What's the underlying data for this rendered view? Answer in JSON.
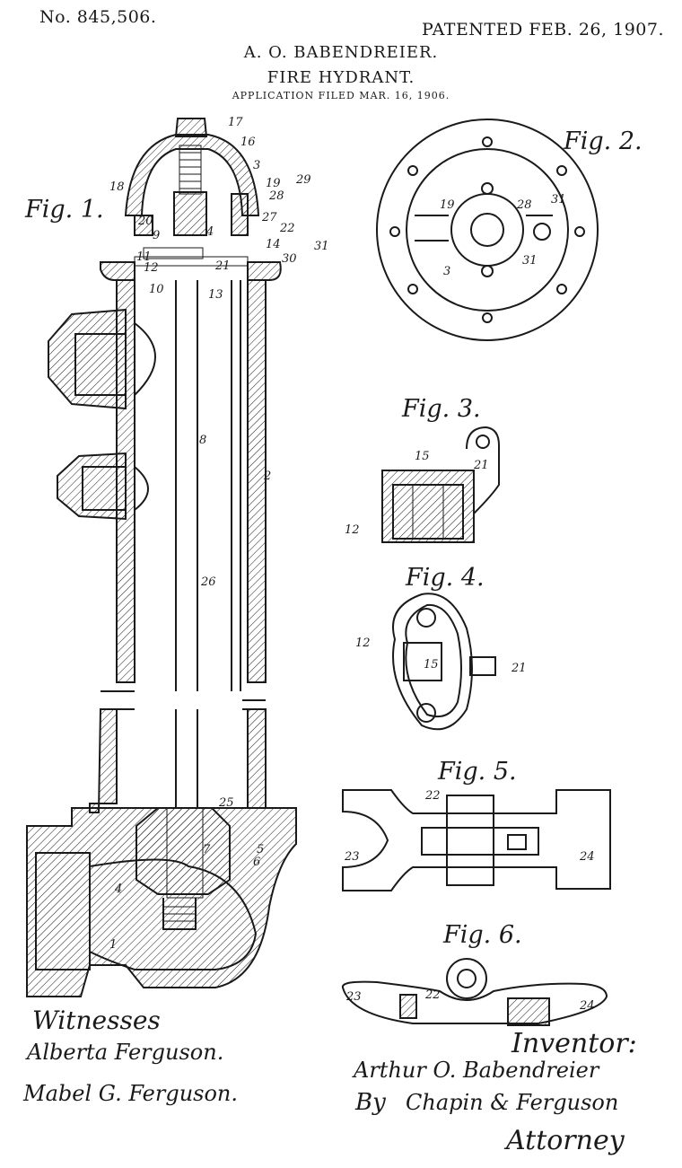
{
  "header": {
    "patent_number": "No. 845,506.",
    "patent_date": "PATENTED FEB. 26, 1907.",
    "inventor_name": "A. O. BABENDREIER.",
    "title": "FIRE HYDRANT.",
    "application_filed": "APPLICATION FILED MAR. 16, 1906."
  },
  "figures": {
    "fig1": "Fig. 1.",
    "fig2": "Fig. 2.",
    "fig3": "Fig. 3.",
    "fig4": "Fig. 4.",
    "fig5": "Fig. 5.",
    "fig6": "Fig. 6."
  },
  "reference_numerals": {
    "fig1": [
      "17",
      "16",
      "3",
      "19",
      "29",
      "28",
      "18",
      "20",
      "27",
      "22",
      "9",
      "4",
      "14",
      "31",
      "11",
      "12",
      "21",
      "30",
      "10",
      "13",
      "8",
      "2",
      "26",
      "25",
      "5",
      "6",
      "7",
      "4",
      "1"
    ],
    "fig2": [
      "19",
      "28",
      "31",
      "31",
      "3"
    ],
    "fig3": [
      "15",
      "21",
      "12"
    ],
    "fig4": [
      "12",
      "15",
      "21"
    ],
    "fig5": [
      "22",
      "23",
      "24"
    ],
    "fig6": [
      "22",
      "23",
      "24"
    ]
  },
  "signatures": {
    "witnesses_label": "Witnesses",
    "witness_1": "Alberta Ferguson.",
    "witness_2": "Mabel G. Ferguson.",
    "inventor_label": "Inventor:",
    "inventor_signature": "Arthur O. Babendreier",
    "by_label": "By",
    "attorney_signature": "Chapin & Ferguson",
    "attorney_label": "Attorney"
  }
}
